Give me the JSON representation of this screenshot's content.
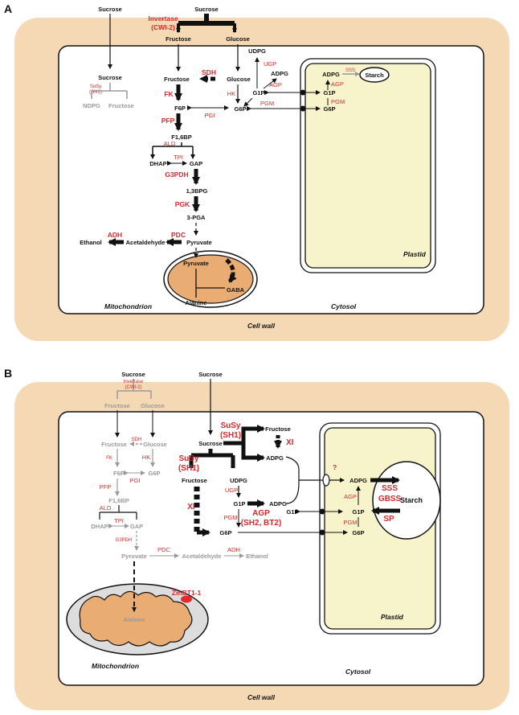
{
  "panel_a": {
    "label": "A",
    "compartments": {
      "cell_wall": "Cell wall",
      "cytosol": "Cytosol",
      "mitochondrion": "Mitochondrion",
      "plastid": "Plastid"
    },
    "metabolites": {
      "sucrose_top": "Sucrose",
      "sucrose_left": "Sucrose",
      "sucrose_cyt": "Sucrose",
      "fructose_top": "Fructose",
      "glucose_top": "Glucose",
      "ndpg": "NDPG",
      "fructose_gray": "Fructose",
      "fructose": "Fructose",
      "glucose": "Glucose",
      "udpg": "UDPG",
      "adpg": "ADPG",
      "g1p": "G1P",
      "f6p": "F6P",
      "g6p": "G6P",
      "f16bp": "F1,6BP",
      "dhap": "DHAP",
      "gap": "GAP",
      "bpg": "1,3BPG",
      "pga": "3-PGA",
      "ethanol": "Ethanol",
      "acetaldehyde": "Acetaldehyde",
      "pyruvate": "Pyruvate",
      "pyruvate_mito": "Pyruvate",
      "gaba": "GABA",
      "alanine": "Alanine",
      "adpg_pl": "ADPG",
      "starch": "Starch",
      "g1p_pl": "G1P",
      "g6p_pl": "G6P"
    },
    "enzymes": {
      "invertase": "Invertase",
      "cwi2": "(CWI-2)",
      "susy": "SuSy",
      "sh1": "(SH1)",
      "sdh": "SDH",
      "fk": "FK",
      "hk": "HK",
      "ugp": "UGP",
      "agp": "AGP",
      "pgm": "PGM",
      "pgi": "PGI",
      "pfp": "PFP",
      "ald": "ALD",
      "tpi": "TPI",
      "g3pdh": "G3PDH",
      "pgk": "PGK",
      "adh": "ADH",
      "pdc": "PDC",
      "sss": "SSS",
      "agp_pl": "AGP",
      "pgm_pl": "PGM"
    }
  },
  "panel_b": {
    "label": "B",
    "compartments": {
      "cell_wall": "Cell wall",
      "cytosol": "Cytosol",
      "mitochondrion": "Mitochondrion",
      "plastid": "Plastid"
    },
    "metabolites": {
      "sucrose_left": "Sucrose",
      "sucrose_right": "Sucrose",
      "sucrose_cyt": "Sucrose",
      "fructose_wall": "Fructose",
      "glucose_wall": "Glucose",
      "fructose_gray": "Fructose",
      "glucose_gray": "Glucose",
      "f6p": "F6P",
      "g6p_gray": "G6P",
      "f16bp": "F1,6BP",
      "dhap": "DHAP",
      "gap": "GAP",
      "pyruvate": "Pyruvate",
      "acetaldehyde": "Acetaldehyde",
      "ethanol": "Ethanol",
      "alanine": "Alanine",
      "fructose_top": "Fructose",
      "adpg_top": "ADPG",
      "fructose_mid": "Fructose",
      "udpg": "UDPG",
      "g1p": "G1P",
      "adpg_mid": "ADPG",
      "g6p": "G6P",
      "adpg_pl": "ADPG",
      "g1p_pl_left": "G1P",
      "g1p_pl": "G1P",
      "g6p_pl": "G6P",
      "starch": "Starch"
    },
    "enzymes": {
      "invertase": "Invertase",
      "cwi2": "(CWI-2)",
      "sdh": "SDH",
      "fk": "FK",
      "hk": "HK",
      "pfp": "PFP",
      "pgi": "PGI",
      "ald": "ALD",
      "tpi": "TPI",
      "g3pdh": "G3PDH",
      "pdc": "PDC",
      "adh": "ADH",
      "susy_top": "SuSy",
      "sh1_top": "(SH1)",
      "xi_top": "XI",
      "susy_mid": "SuSy",
      "sh1_mid": "(SH1)",
      "xi_mid": "XI",
      "ugp": "UGP",
      "pgm": "PGM",
      "agp": "AGP",
      "agp_genes": "(SH2, BT2)",
      "transporter": "?",
      "zmbt": "ZmBT1-1",
      "agp_pl": "AGP",
      "pgm_pl": "PGM",
      "sss": "SSS",
      "gbss": "GBSS",
      "sp": "SP"
    }
  },
  "colors": {
    "wall": "#f5d9b4",
    "plastid": "#f7f4cc",
    "mito": "#e9ac72",
    "mito_b": "#dddddd",
    "enzyme": "#d42a2a",
    "inactive": "#9a9a9a"
  }
}
